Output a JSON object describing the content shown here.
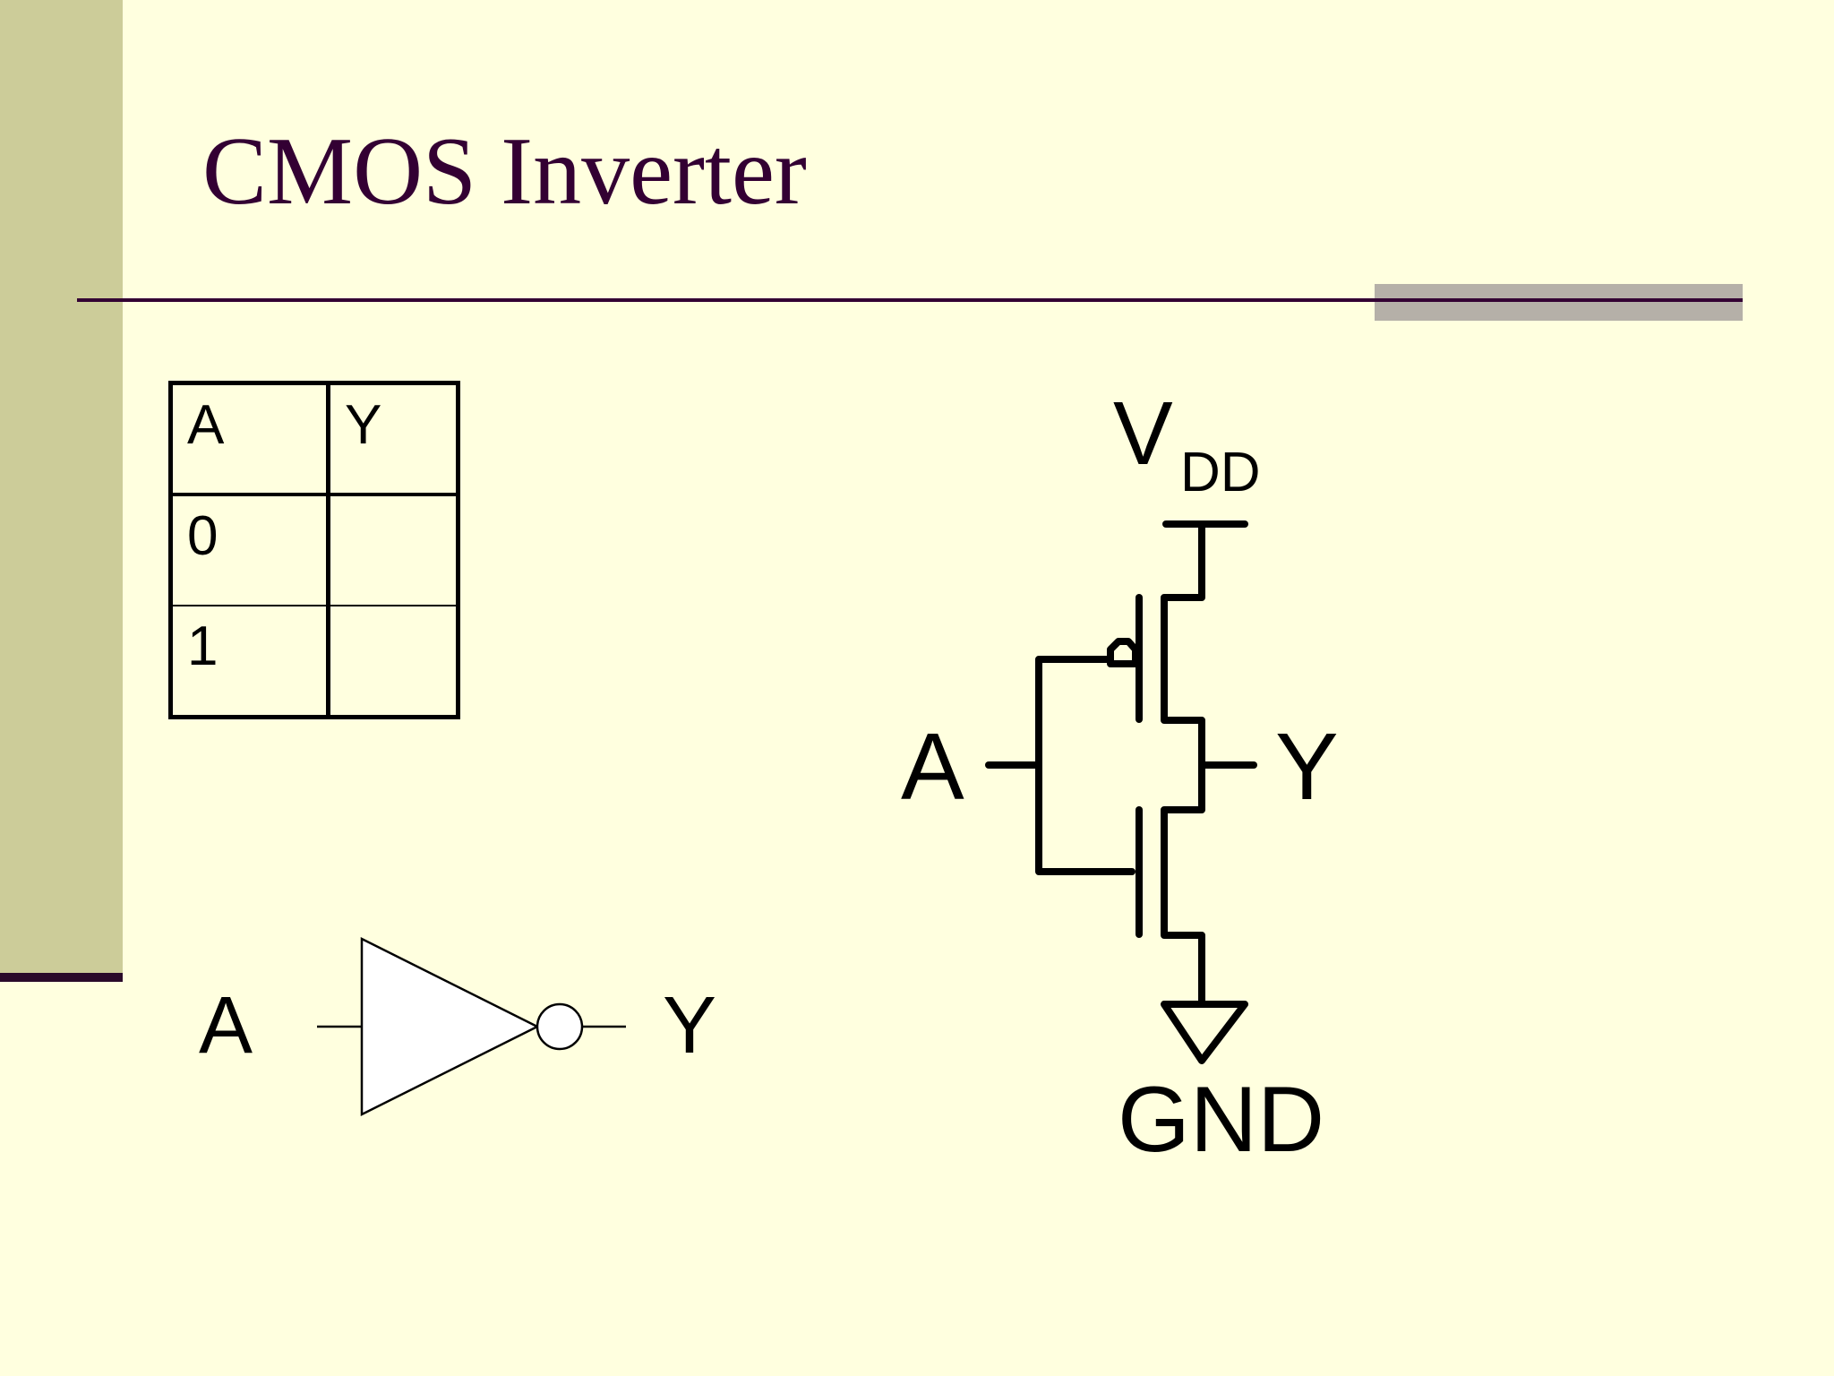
{
  "slide": {
    "title": "CMOS Inverter"
  },
  "truth_table": {
    "headers": [
      "A",
      "Y"
    ],
    "rows": [
      [
        "0",
        ""
      ],
      [
        "1",
        ""
      ]
    ]
  },
  "circuit": {
    "supply_label": "V",
    "supply_subscript": "DD",
    "ground_label": "GND",
    "input_label": "A",
    "output_label": "Y"
  },
  "gate_symbol": {
    "input_label": "A",
    "output_label": "Y"
  }
}
